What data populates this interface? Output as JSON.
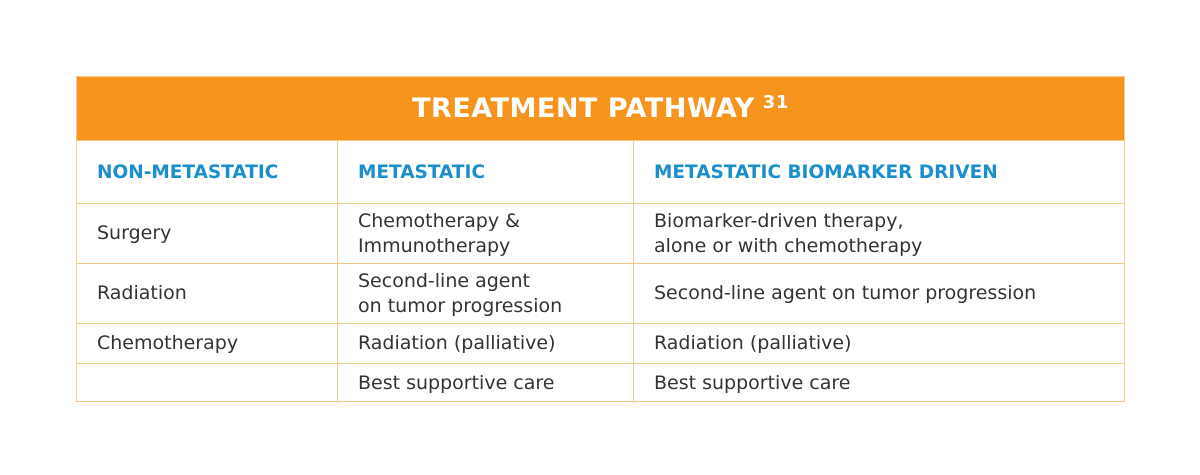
{
  "table": {
    "title": "TREATMENT PATHWAY",
    "title_ref": "31",
    "headers": [
      "NON-METASTATIC",
      "METASTATIC",
      "METASTATIC BIOMARKER DRIVEN"
    ],
    "rows": [
      {
        "c1": [
          "Surgery"
        ],
        "c2": [
          "Chemotherapy &",
          "Immunotherapy"
        ],
        "c3": [
          "Biomarker-driven therapy,",
          "alone or with chemotherapy"
        ]
      },
      {
        "c1": [
          "Radiation"
        ],
        "c2": [
          "Second-line agent",
          "on tumor progression"
        ],
        "c3": [
          "Second-line agent on tumor progression"
        ]
      },
      {
        "c1": [
          "Chemotherapy"
        ],
        "c2": [
          "Radiation (palliative)"
        ],
        "c3": [
          "Radiation (palliative)"
        ]
      },
      {
        "c1": [
          ""
        ],
        "c2": [
          "Best supportive care"
        ],
        "c3": [
          "Best supportive care"
        ]
      }
    ]
  },
  "colors": {
    "header_bg": "#f7941e",
    "header_text": "#ffffff",
    "column_header_text": "#1b8fcb",
    "border": "#f5c98a",
    "body_text": "#333333"
  }
}
